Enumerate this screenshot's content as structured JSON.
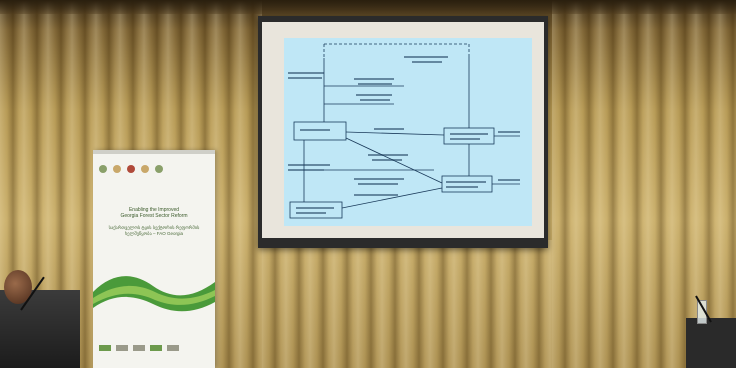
{
  "scene": {
    "banner": {
      "title_line1": "Enabling the Improved",
      "title_line2": "Georgia Forest Sector Reform",
      "subtitle_line1": "საქართველოს ტყის სექტორის რეფორმის",
      "subtitle_line2": "ხელშეწყობა – FAO Georgia"
    },
    "colors": {
      "slide_background": "#bfe7f6",
      "banner_green": "#4a9a3a",
      "curtain_gold": "#c8ad68"
    }
  }
}
